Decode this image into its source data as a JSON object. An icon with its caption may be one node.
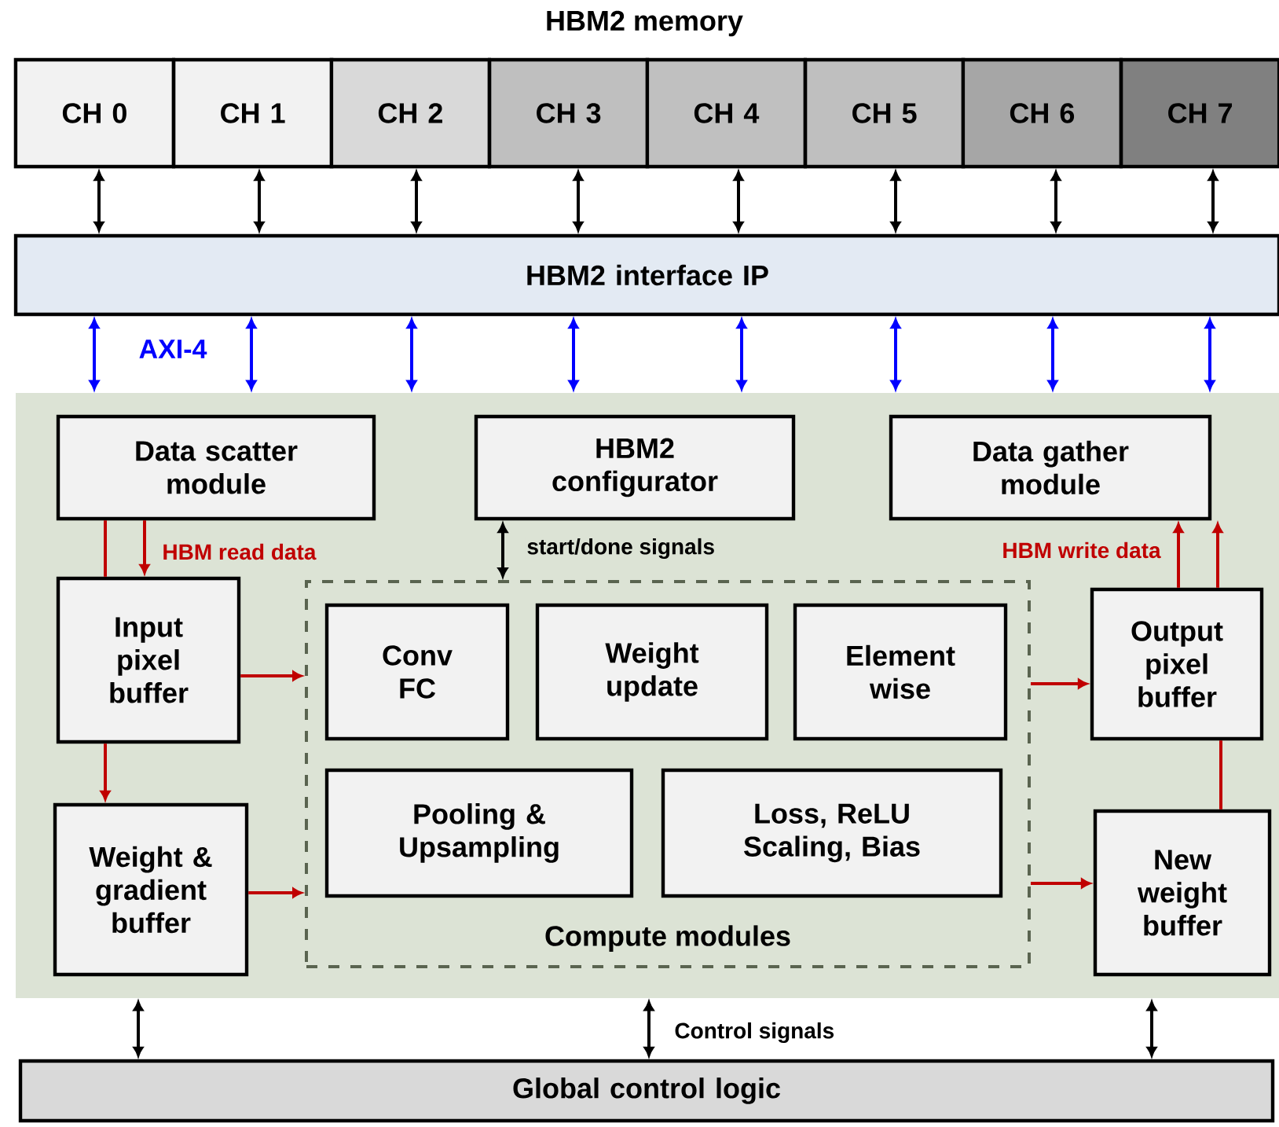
{
  "diagram": {
    "title": "HBM2 memory",
    "nodes": [
      {
        "text": [
          "CH 0"
        ]
      },
      {
        "text": [
          "CH 1"
        ]
      },
      {
        "text": [
          "CH 2"
        ]
      },
      {
        "text": [
          "CH 3"
        ]
      },
      {
        "text": [
          "CH 4"
        ]
      },
      {
        "text": [
          "CH 5"
        ]
      },
      {
        "text": [
          "CH 6"
        ]
      },
      {
        "text": [
          "CH 7"
        ]
      },
      {
        "text": [
          "HBM2 interface IP"
        ]
      },
      {
        "text": [],
        "shape": "box"
      },
      {
        "text": [
          "Data scatter module"
        ],
        "in": 9
      },
      {
        "text": [
          "HBM2 configurator"
        ],
        "in": 9
      },
      {
        "text": [
          "Data gather module"
        ],
        "in": 9
      },
      {
        "text": [
          "Input pixel buffer"
        ],
        "in": 9
      },
      {
        "text": [
          "Compute modules"
        ],
        "in": 9
      },
      {
        "text": [
          "Conv FC"
        ],
        "in": 14
      },
      {
        "text": [
          "Weight update"
        ],
        "in": 14
      },
      {
        "text": [
          "Element wise"
        ],
        "in": 14
      },
      {
        "text": [
          "Pooling & Upsampling"
        ],
        "in": 14
      },
      {
        "text": [
          "Loss, ReLU Scaling, Bias"
        ],
        "in": 14
      },
      {
        "text": [
          "Output pixel buffer"
        ],
        "in": 9
      },
      {
        "text": [
          "Weight & gradient buffer"
        ],
        "in": 9
      },
      {
        "text": [
          "New weight buffer"
        ],
        "in": 9
      },
      {
        "text": [
          "Global control logic"
        ]
      }
    ],
    "edges": [
      {
        "from": 0,
        "to": 8,
        "arrow": "both"
      },
      {
        "from": 1,
        "to": 8,
        "arrow": "both"
      },
      {
        "from": 2,
        "to": 8,
        "arrow": "both"
      },
      {
        "from": 3,
        "to": 8,
        "arrow": "both"
      },
      {
        "from": 4,
        "to": 8,
        "arrow": "both"
      },
      {
        "from": 5,
        "to": 8,
        "arrow": "both"
      },
      {
        "from": 6,
        "to": 8,
        "arrow": "both"
      },
      {
        "from": 7,
        "to": 8,
        "arrow": "both"
      },
      {
        "from": 8,
        "to": 9,
        "arrow": "both",
        "color": "#0000ff"
      },
      {
        "from": 8,
        "to": 9,
        "arrow": "both",
        "color": "#0000ff"
      },
      {
        "from": 8,
        "to": 9,
        "arrow": "both",
        "color": "#0000ff"
      },
      {
        "from": 8,
        "to": 9,
        "arrow": "both",
        "color": "#0000ff"
      },
      {
        "from": 8,
        "to": 9,
        "arrow": "both",
        "color": "#0000ff"
      },
      {
        "from": 8,
        "to": 9,
        "arrow": "both",
        "color": "#0000ff"
      },
      {
        "from": 8,
        "to": 9,
        "arrow": "both",
        "color": "#0000ff"
      },
      {
        "from": 8,
        "to": 9,
        "arrow": "both",
        "color": "#0000ff"
      },
      {
        "from": 10,
        "to": 13,
        "arrow": "none",
        "color": "#c00000"
      },
      {
        "from": 10,
        "to": 13,
        "arrow": "to",
        "color": "#c00000",
        "label": "HBM read data"
      },
      {
        "from": 11,
        "to": 14,
        "arrow": "both",
        "label": "start/done signals"
      },
      {
        "from": 13,
        "to": 14,
        "arrow": "to",
        "color": "#c00000"
      },
      {
        "from": 13,
        "to": 21,
        "arrow": "to",
        "color": "#c00000"
      },
      {
        "from": 21,
        "to": 14,
        "arrow": "to",
        "color": "#c00000"
      },
      {
        "from": 14,
        "to": 20,
        "arrow": "to",
        "color": "#c00000"
      },
      {
        "from": 14,
        "to": 22,
        "arrow": "to",
        "color": "#c00000"
      },
      {
        "from": 20,
        "to": 12,
        "arrow": "to",
        "color": "#c00000",
        "label": "HBM write data"
      },
      {
        "from": 20,
        "to": 12,
        "arrow": "to",
        "color": "#c00000"
      },
      {
        "from": 22,
        "to": 20,
        "arrow": "none",
        "color": "#c00000"
      },
      {
        "from": 9,
        "to": 23,
        "arrow": "both"
      },
      {
        "from": 9,
        "to": 23,
        "arrow": "both",
        "label": "Control signals"
      },
      {
        "from": 9,
        "to": 23,
        "arrow": "both"
      }
    ],
    "labels": [
      "AXI-4"
    ]
  }
}
